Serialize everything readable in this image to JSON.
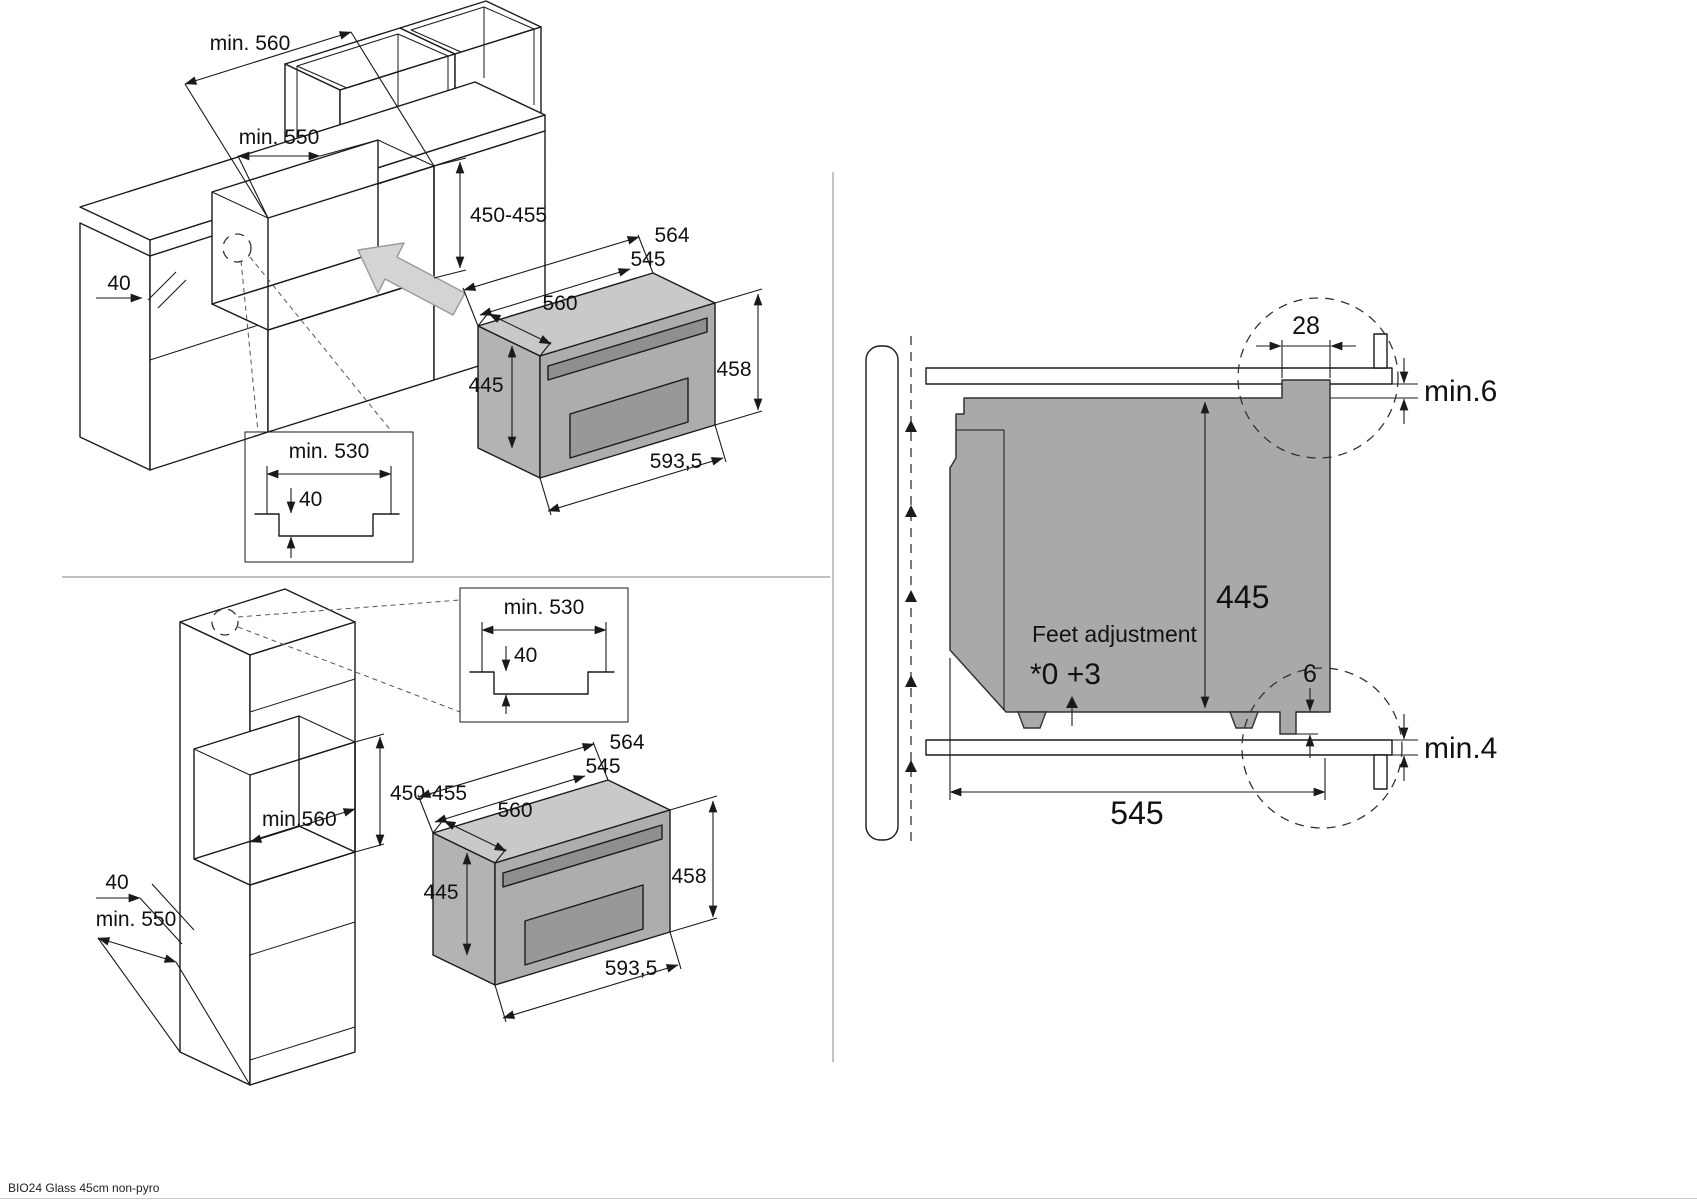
{
  "title_footer": "BIO24 Glass 45cm non-pyro",
  "colors": {
    "line": "#1a1a1a",
    "oven_top": "#c9c9c9",
    "oven_side": "#b3b3b3",
    "oven_front": "#adadad",
    "oven_glass": "#989898",
    "section_body": "#a9a9a9",
    "insert_arrow": "#d4d4d4",
    "background": "#ffffff"
  },
  "base_cabinet_scene": {
    "niche_width": "min. 560",
    "niche_depth": "min. 550",
    "niche_height": "450-455",
    "front_trim": "40",
    "groove_detail": {
      "width": "min. 530",
      "depth": "40"
    }
  },
  "tall_cabinet_scene": {
    "niche_height": "450-455",
    "niche_width": "min.560",
    "front_trim": "40",
    "niche_depth": "min. 550",
    "groove_detail": {
      "width": "min. 530",
      "depth": "40"
    }
  },
  "oven_dimensions": {
    "width_back": "564",
    "depth_body": "545",
    "depth_bottom": "560",
    "height_body": "445",
    "height_front": "458",
    "width_front": "593,5"
  },
  "section_view": {
    "top_overlap": "28",
    "top_clearance": "min.6",
    "height": "445",
    "feet_label": "Feet adjustment",
    "feet_values": "*0 +3",
    "bottom_lip": "6",
    "bottom_clearance": "min.4",
    "depth": "545"
  }
}
